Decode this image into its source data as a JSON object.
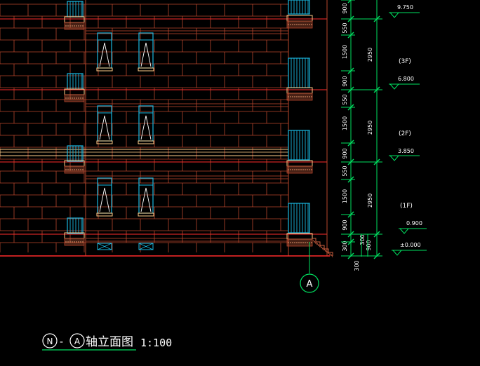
{
  "colors": {
    "background": "#000000",
    "brick": "#b8472d",
    "floor_line": "#ff2b2b",
    "window": "#19b7e0",
    "sill": "#ffcc88",
    "dimension": "#00e060",
    "text": "#ffffff",
    "ground_hatch": "#d06040"
  },
  "drawing": {
    "title": "N-A轴立面图",
    "title_axis_1": "N",
    "title_dash": "-",
    "title_axis_2": "A",
    "title_text": "轴立面图",
    "scale": "1:100",
    "axis_bubble": "A"
  },
  "levels": [
    {
      "value": "9.750"
    },
    {
      "value": "6.800"
    },
    {
      "value": "3.850"
    },
    {
      "value": "0.900"
    },
    {
      "value": "±0.000"
    }
  ],
  "floors": [
    {
      "label": "(3F)",
      "height": "2950"
    },
    {
      "label": "(2F)",
      "height": "2950"
    },
    {
      "label": "(1F)",
      "height": "2950"
    }
  ],
  "segments": [
    "900",
    "550",
    "1500",
    "900",
    "550",
    "1500",
    "900",
    "550",
    "1500",
    "900",
    "300"
  ],
  "segment_extra": [
    "300",
    "300",
    "900"
  ]
}
